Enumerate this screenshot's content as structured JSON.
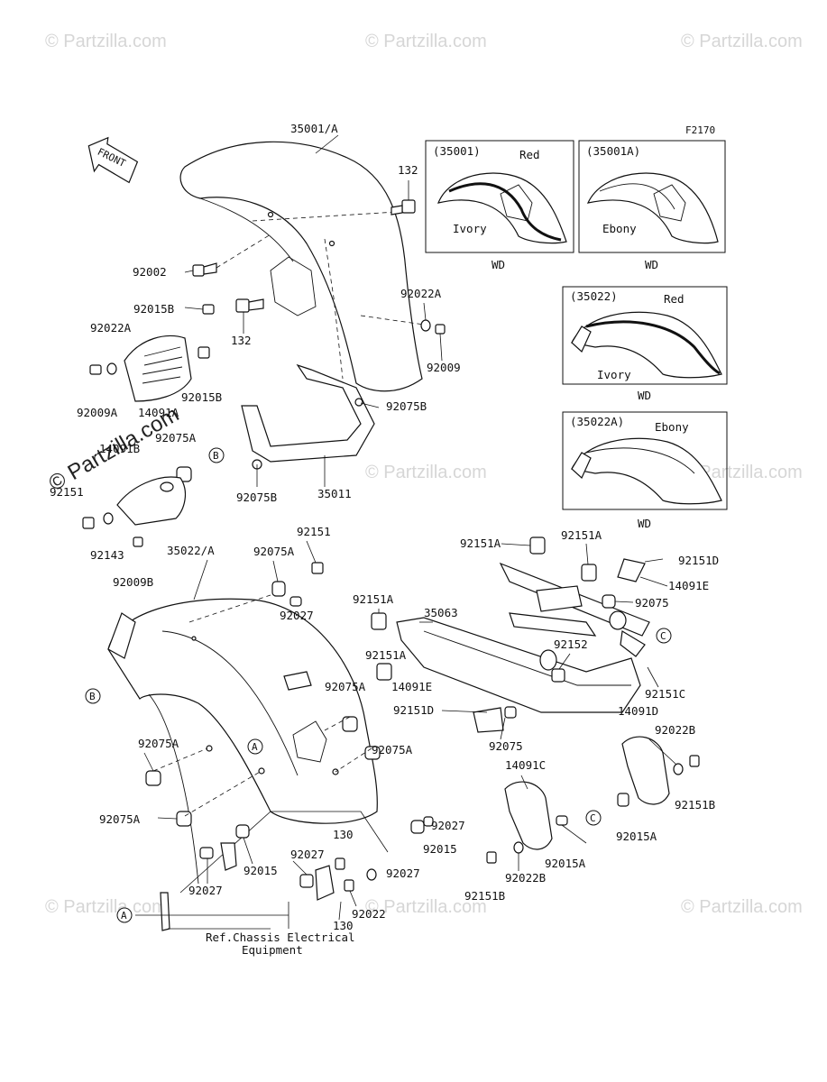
{
  "figure_code": "F2170",
  "watermark": "© Partzilla.com",
  "front_arrow": "FRONT",
  "insets": [
    {
      "id": "(35001)",
      "labels": [
        "Red",
        "Ivory"
      ],
      "caption": "WD"
    },
    {
      "id": "(35001A)",
      "labels": [
        "Ebony"
      ],
      "caption": "WD"
    },
    {
      "id": "(35022)",
      "labels": [
        "Red",
        "Ivory"
      ],
      "caption": "WD"
    },
    {
      "id": "(35022A)",
      "labels": [
        "Ebony"
      ],
      "caption": "WD"
    }
  ],
  "ref_note": {
    "line1": "Ref.Chassis Electrical",
    "line2": "Equipment"
  },
  "ref_markers": [
    "A",
    "B",
    "C"
  ],
  "parts": {
    "p35001A": "35001/A",
    "p132a": "132",
    "p92002": "92002",
    "p92015B_1": "92015B",
    "p132b": "132",
    "p92022A_1": "92022A",
    "p92022A_2": "92022A",
    "p92009": "92009",
    "p92009A": "92009A",
    "p14091A": "14091A",
    "p92015B_2": "92015B",
    "p92075B_1": "92075B",
    "p14091B": "14091B",
    "p92075A_1": "92075A",
    "p92151_1": "92151",
    "p92143": "92143",
    "p92009B": "92009B",
    "p92075B_2": "92075B",
    "p35011": "35011",
    "p35022A": "35022/A",
    "p92075A_2": "92075A",
    "p92151_2": "92151",
    "p92027_1": "92027",
    "p92151A_1": "92151A",
    "p92151A_2": "92151A",
    "p92151D_1": "92151D",
    "p14091E_1": "14091E",
    "p92075_1": "92075",
    "p92151A_3": "92151A",
    "p35063": "35063",
    "p92151A_4": "92151A",
    "p92152": "92152",
    "p92151C": "92151C",
    "p92075A_3": "92075A",
    "p14091E_2": "14091E",
    "p92151D_2": "92151D",
    "p92075": "92075",
    "p14091D": "14091D",
    "p92022B_1": "92022B",
    "p92151B_1": "92151B",
    "p92075A_4": "92075A",
    "p92075A_5": "92075A",
    "p14091C": "14091C",
    "p92027_2": "92027",
    "p92015": "92015",
    "p92015A_1": "92015A",
    "p92015A_2": "92015A",
    "p92075A_6": "92075A",
    "p130a": "130",
    "p92027_3": "92027",
    "p92027_4": "92027",
    "p92027_5": "92027",
    "p92015_2": "92015",
    "p92022": "92022",
    "p130b": "130",
    "p92022B_2": "92022B",
    "p92151B_2": "92151B"
  }
}
